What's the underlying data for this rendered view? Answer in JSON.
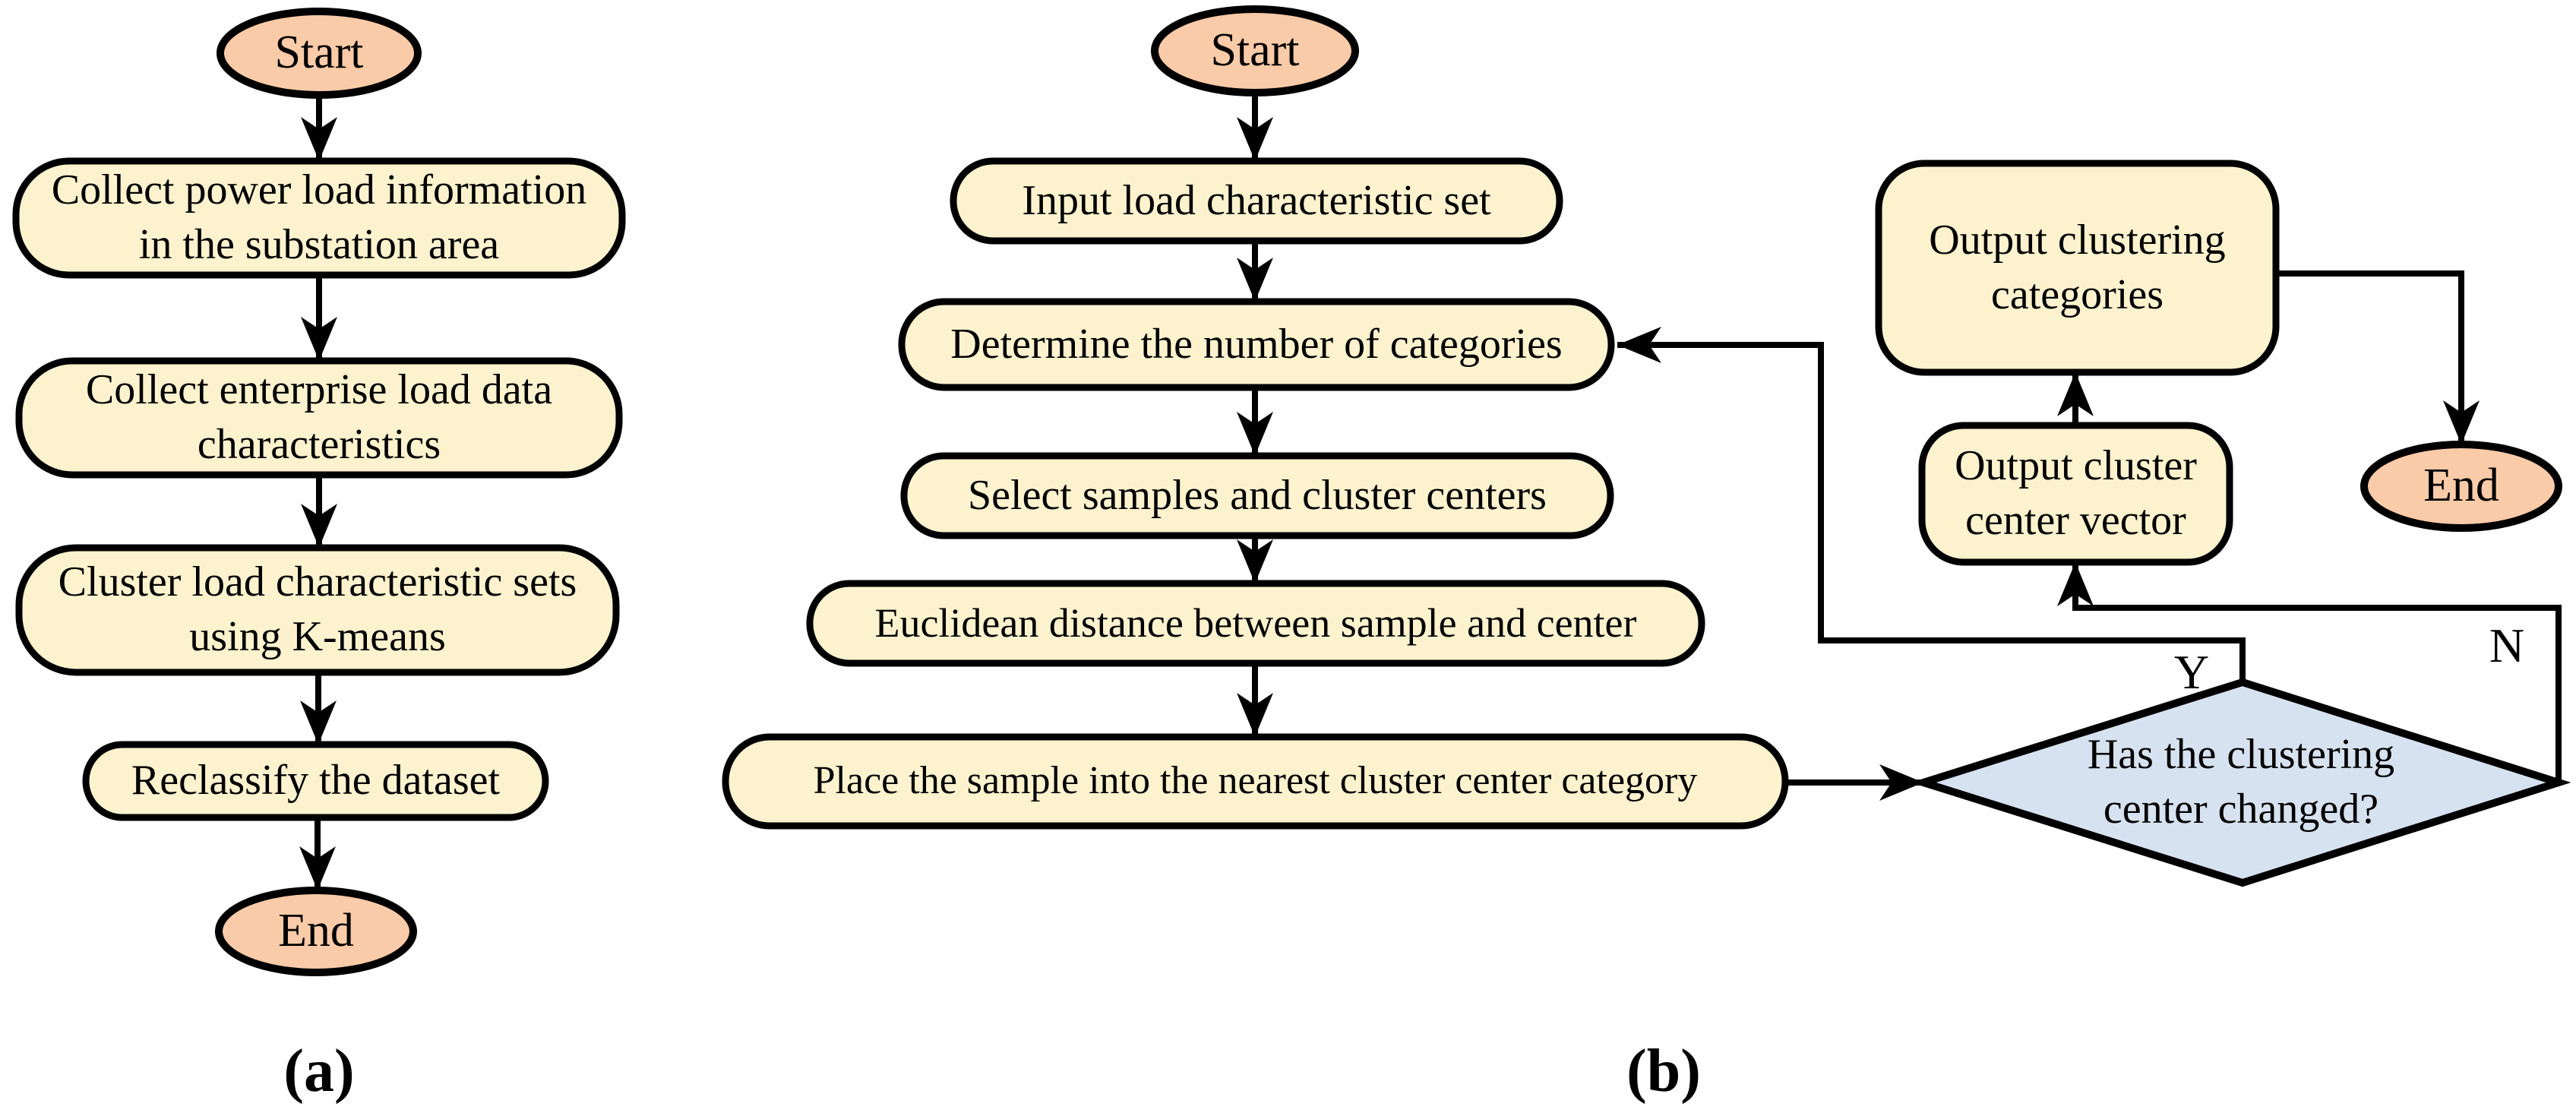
{
  "colors": {
    "process_fill": "#FCF2CE",
    "terminal_fill": "#FACBA8",
    "decision_fill": "#D7E2F0",
    "stroke": "#000000",
    "background": "#FFFFFF"
  },
  "panel_a": {
    "label": "(a)",
    "start": "Start",
    "step1_line1": "Collect power load information",
    "step1_line2": "in the substation area",
    "step2_line1": "Collect enterprise load data",
    "step2_line2": "characteristics",
    "step3_line1": "Cluster load characteristic sets",
    "step3_line2": "using K-means",
    "step4": "Reclassify the dataset",
    "end": "End"
  },
  "panel_b": {
    "label": "(b)",
    "start": "Start",
    "step1": "Input load characteristic set",
    "step2": "Determine the number of categories",
    "step3": "Select samples and cluster centers",
    "step4": "Euclidean distance between sample and center",
    "step5": "Place the sample into the nearest cluster center category",
    "decision_line1": "Has the clustering",
    "decision_line2": "center changed?",
    "decision_yes": "Y",
    "decision_no": "N",
    "output_vector_line1": "Output cluster",
    "output_vector_line2": "center vector",
    "output_categories_line1": "Output clustering",
    "output_categories_line2": "categories",
    "end": "End"
  }
}
